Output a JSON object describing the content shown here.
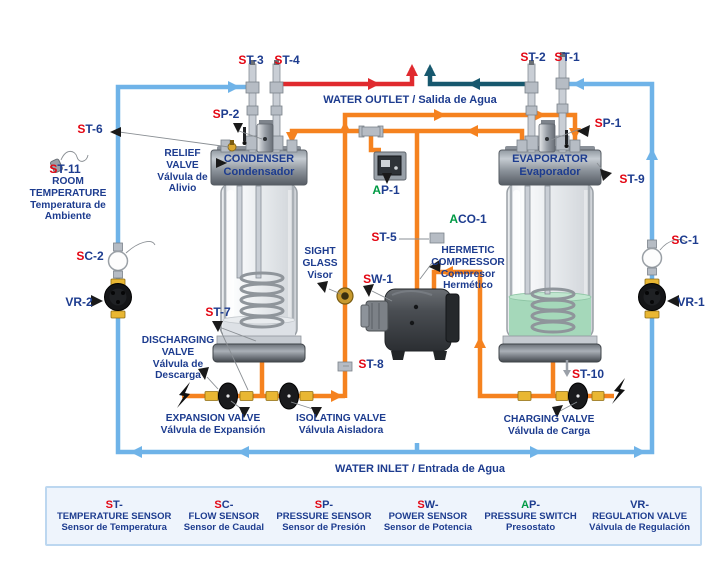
{
  "colors": {
    "refrigerant_pipe": "#F5821F",
    "hot_water": "#E02A2E",
    "cold_water_out": "#17586E",
    "water": "#6FB3E8",
    "label_navy": "#1d3c8f",
    "sensor_red": "#e30613",
    "switch_green": "#009a44"
  },
  "labels": {
    "st3": {
      "p": "S",
      "r": "T-3"
    },
    "st4": {
      "p": "S",
      "r": "T-4"
    },
    "st2": {
      "p": "S",
      "r": "T-2"
    },
    "st1": {
      "p": "S",
      "r": "T-1"
    },
    "sp2": {
      "p": "S",
      "r": "P-2"
    },
    "sp1": {
      "p": "S",
      "r": "P-1"
    },
    "st6": {
      "p": "S",
      "r": "T-6"
    },
    "st11": {
      "p": "S",
      "r": "T-11"
    },
    "room_temperature": "ROOM\nTEMPERATURE\nTemperatura de\nAmbiente",
    "relief_valve": "RELIEF\nVALVE\nVálvula de\nAlivio",
    "water_outlet": "WATER OUTLET / Salida de Agua",
    "water_inlet": "WATER INLET / Entrada de Agua",
    "condenser": "CONDENSER\nCondensador",
    "evaporator": "EVAPORATOR\nEvaporador",
    "aco1": {
      "p": "A",
      "r": "CO-1"
    },
    "aco1_desc": "HERMETIC\nCOMPRESSOR\nCompresor\nHermético",
    "ap1": {
      "p": "A",
      "r": "P-1"
    },
    "st5": {
      "p": "S",
      "r": "T-5"
    },
    "sw1": {
      "p": "S",
      "r": "W-1"
    },
    "st7": {
      "p": "S",
      "r": "T-7"
    },
    "st8": {
      "p": "S",
      "r": "T-8"
    },
    "st9": {
      "p": "S",
      "r": "T-9"
    },
    "st10": {
      "p": "S",
      "r": "T-10"
    },
    "sc2": {
      "p": "S",
      "r": "C-2"
    },
    "sc1": {
      "p": "S",
      "r": "C-1"
    },
    "vr2": "VR-2",
    "vr1": "VR-1",
    "sight_glass": "SIGHT\nGLASS\nVisor",
    "discharging_valve": "DISCHARGING\nVALVE\nVálvula de\nDescarga",
    "expansion_valve": "EXPANSION VALVE\nVálvula de Expansión",
    "isolating_valve": "ISOLATING VALVE\nVálvula Aisladora",
    "charging_valve": "CHARGING VALVE\nVálvula de Carga"
  },
  "legend": {
    "items": [
      {
        "c1": "S",
        "c2": "T-",
        "name": "TEMPERATURE SENSOR",
        "name_es": "Sensor de Temperatura"
      },
      {
        "c1": "S",
        "c2": "C-",
        "name": "FLOW SENSOR",
        "name_es": "Sensor de Caudal"
      },
      {
        "c1": "S",
        "c2": "P-",
        "name": "PRESSURE SENSOR",
        "name_es": "Sensor de Presión"
      },
      {
        "c1": "S",
        "c2": "W-",
        "name": "POWER SENSOR",
        "name_es": "Sensor de Potencia"
      },
      {
        "c1": "A",
        "c2": "P-",
        "name": "PRESSURE SWITCH",
        "name_es": "Presostato"
      },
      {
        "c1": "",
        "c2": "VR-",
        "name": "REGULATION VALVE",
        "name_es": "Válvula de Regulación"
      }
    ]
  }
}
